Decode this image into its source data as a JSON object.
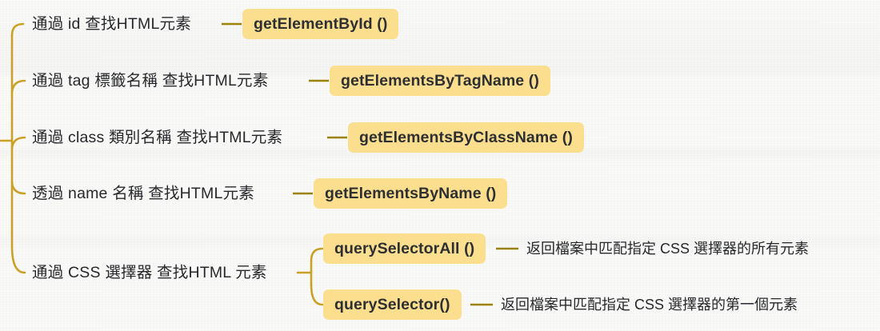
{
  "diagram": {
    "type": "mindmap-bracket",
    "title_hidden": true,
    "colors": {
      "background": "#f7f7f5",
      "badge_fill": "#fcdf8e",
      "badge_text": "#2d2f33",
      "connector": "#9b8209",
      "brace": "#c9a227",
      "label_text": "#26282b"
    },
    "branches": [
      {
        "label": "通過 id 查找HTML元素",
        "method": "getElementById ()",
        "description": ""
      },
      {
        "label": "通過 tag 標籤名稱 查找HTML元素",
        "method": "getElementsByTagName ()",
        "description": ""
      },
      {
        "label": "通過 class 類別名稱 查找HTML元素",
        "method": "getElementsByClassName ()",
        "description": ""
      },
      {
        "label": "透過 name 名稱 查找HTML元素",
        "method": "getElementsByName ()",
        "description": ""
      },
      {
        "label": "通過 CSS 選擇器 查找HTML 元素",
        "method": "",
        "description": "",
        "children": [
          {
            "method": "querySelectorAll ()",
            "description": "返回檔案中匹配指定 CSS 選擇器的所有元素"
          },
          {
            "method": "querySelector()",
            "description": "返回檔案中匹配指定 CSS 選擇器的第一個元素"
          }
        ]
      }
    ]
  }
}
